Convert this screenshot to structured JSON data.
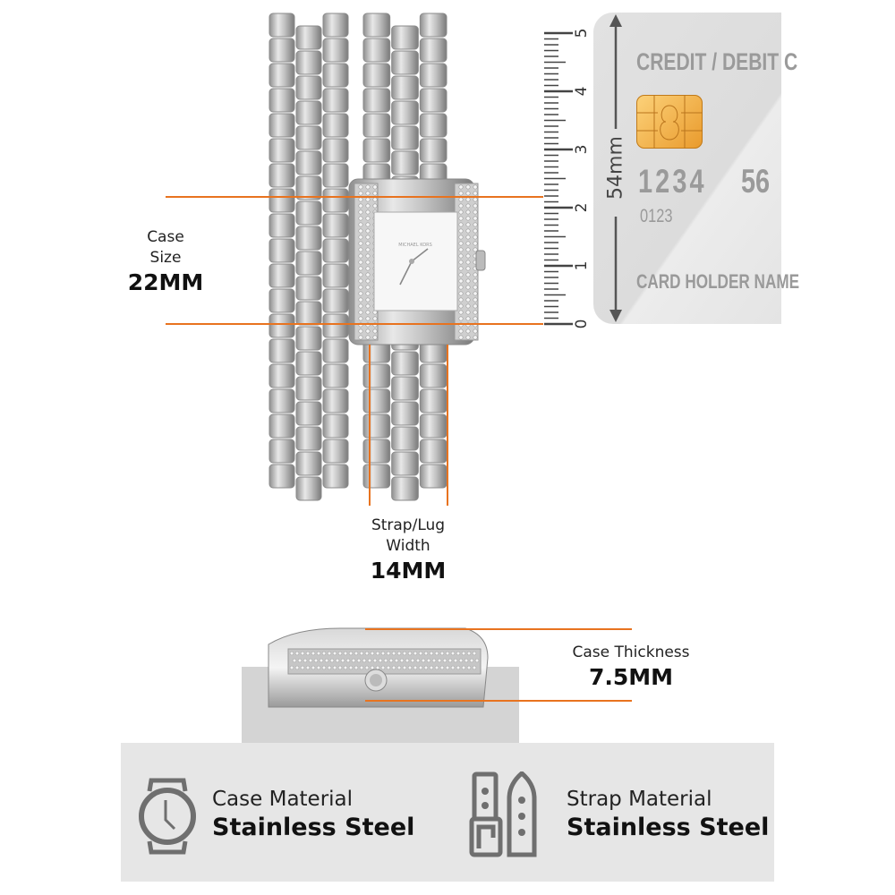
{
  "colors": {
    "accent": "#e8731f",
    "panel": "#e6e6e6",
    "card": "#dedede",
    "chip": "#f0a93a"
  },
  "dimensions": {
    "case_size": {
      "label_line1": "Case",
      "label_line2": "Size",
      "value": "22MM"
    },
    "strap_width": {
      "label_line1": "Strap/Lug",
      "label_line2": "Width",
      "value": "14MM"
    },
    "case_thickness": {
      "label": "Case Thickness",
      "value": "7.5MM"
    }
  },
  "ruler": {
    "ticks": [
      "0",
      "1",
      "2",
      "3",
      "4",
      "5"
    ]
  },
  "card": {
    "title": "CREDIT / DEBIT C",
    "number": "1234",
    "number2": "56",
    "small_number": "0123",
    "holder": "CARD HOLDER NAME",
    "height_label": "54mm"
  },
  "watch": {
    "brand": "MICHAEL KORS"
  },
  "materials": [
    {
      "icon": "watch-icon",
      "label": "Case Material",
      "value": "Stainless Steel"
    },
    {
      "icon": "strap-icon",
      "label": "Strap Material",
      "value": "Stainless Steel"
    }
  ]
}
